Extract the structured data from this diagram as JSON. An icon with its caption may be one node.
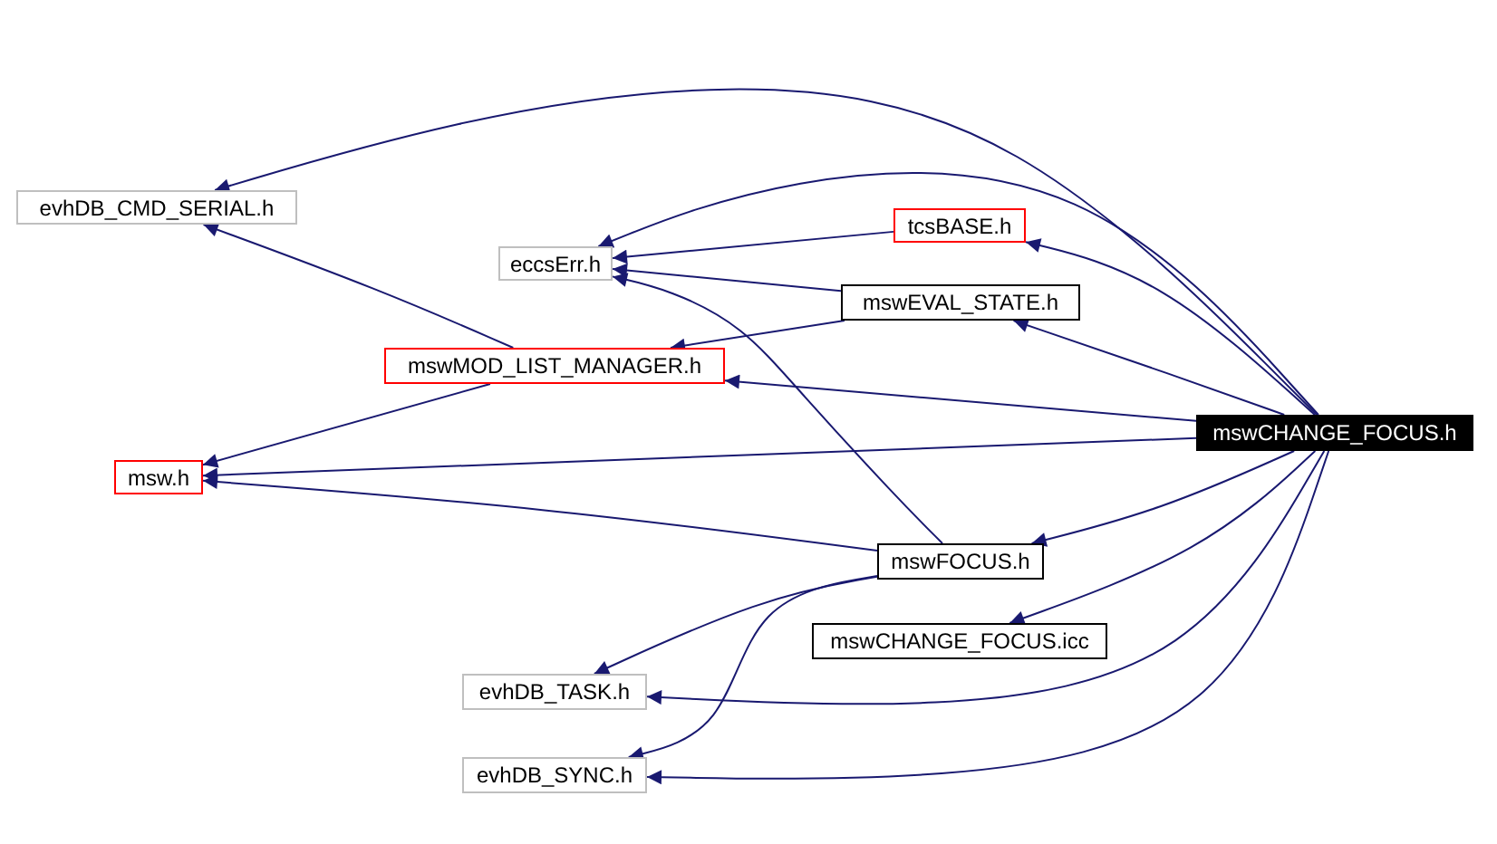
{
  "diagram": {
    "nodes": [
      {
        "text": [
          "evhDB_CMD_SERIAL.h"
        ]
      },
      {
        "text": [
          "eccsErr.h"
        ]
      },
      {
        "text": [
          "tcsBASE.h"
        ]
      },
      {
        "text": [
          "mswEVAL_STATE.h"
        ]
      },
      {
        "text": [
          "mswMOD_LIST_MANAGER.h"
        ]
      },
      {
        "text": [
          "msw.h"
        ]
      },
      {
        "text": [
          "mswCHANGE_FOCUS.h"
        ]
      },
      {
        "text": [
          "mswFOCUS.h"
        ]
      },
      {
        "text": [
          "mswCHANGE_FOCUS.icc"
        ]
      },
      {
        "text": [
          "evhDB_TASK.h"
        ]
      },
      {
        "text": [
          "evhDB_SYNC.h"
        ]
      }
    ],
    "edges": [
      {
        "from": 6,
        "to": 0,
        "arrow": "to"
      },
      {
        "from": 6,
        "to": 1,
        "arrow": "to"
      },
      {
        "from": 6,
        "to": 2,
        "arrow": "to"
      },
      {
        "from": 6,
        "to": 3,
        "arrow": "to"
      },
      {
        "from": 6,
        "to": 4,
        "arrow": "to"
      },
      {
        "from": 6,
        "to": 5,
        "arrow": "to"
      },
      {
        "from": 6,
        "to": 7,
        "arrow": "to"
      },
      {
        "from": 6,
        "to": 8,
        "arrow": "to"
      },
      {
        "from": 6,
        "to": 9,
        "arrow": "to"
      },
      {
        "from": 6,
        "to": 10,
        "arrow": "to"
      },
      {
        "from": 2,
        "to": 1,
        "arrow": "to"
      },
      {
        "from": 3,
        "to": 1,
        "arrow": "to"
      },
      {
        "from": 3,
        "to": 4,
        "arrow": "to"
      },
      {
        "from": 4,
        "to": 0,
        "arrow": "to"
      },
      {
        "from": 4,
        "to": 5,
        "arrow": "to"
      },
      {
        "from": 7,
        "to": 5,
        "arrow": "to"
      },
      {
        "from": 7,
        "to": 1,
        "arrow": "to"
      },
      {
        "from": 7,
        "to": 9,
        "arrow": "to"
      },
      {
        "from": 7,
        "to": 10,
        "arrow": "to"
      }
    ]
  }
}
